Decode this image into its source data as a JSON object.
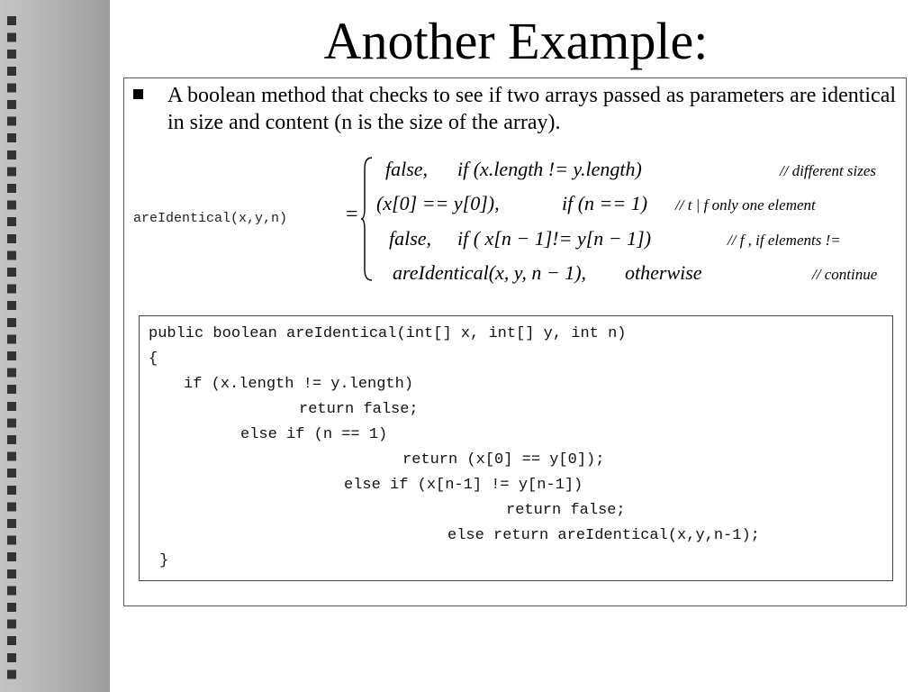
{
  "slide": {
    "title": "Another Example:",
    "bullet": "A boolean method that checks to see if two arrays passed as parameters are identical in size and content (n is the size of the array)."
  },
  "formula": {
    "function_label": "areIdentical(x,y,n)",
    "equals": "=",
    "cases": [
      {
        "value": "false,",
        "condition": "if   (x.length  !=  y.length)",
        "comment": "// different sizes"
      },
      {
        "value": "(x[0]  ==  y[0]),",
        "condition": "if   (n == 1)",
        "comment": "// t | f  only one element"
      },
      {
        "value": "false,",
        "condition": "if   (      x[n − 1]!= y[n − 1])",
        "comment": "// f , if  elements !="
      },
      {
        "value": "areIdentical(x, y, n − 1),",
        "condition": "otherwise",
        "comment": "// continue"
      }
    ]
  },
  "code": {
    "lines": [
      "public boolean areIdentical(int[] x, int[] y, int n)",
      "{",
      "if (x.length != y.length)",
      "return false;",
      "else if (n == 1)",
      "return (x[0] == y[0]);",
      "else if (x[n-1] != y[n-1])",
      "return false;",
      "else return areIdentical(x,y,n-1);",
      "}"
    ]
  }
}
